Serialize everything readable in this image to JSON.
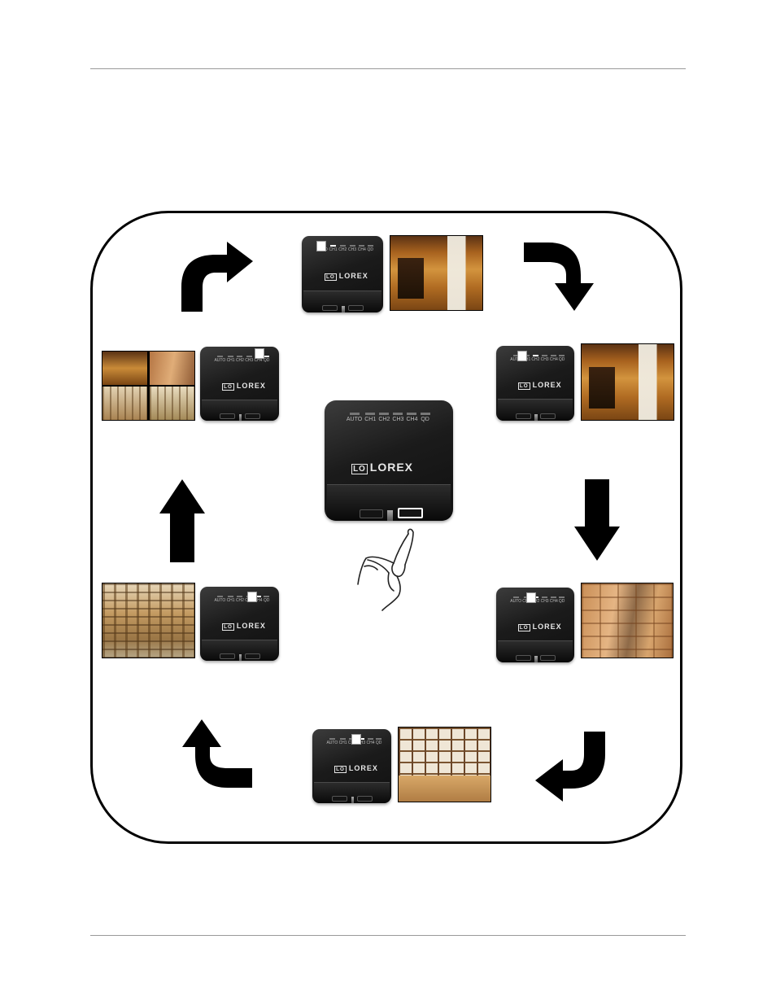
{
  "device": {
    "brand": "LOREX",
    "mark": "LO",
    "led_labels": [
      "AUTO",
      "CH1",
      "CH2",
      "CH3",
      "CH4",
      "QD"
    ]
  },
  "cycle": [
    {
      "position": "top",
      "active_led": "CH1",
      "view": "room"
    },
    {
      "position": "upper-right",
      "active_led": "CH2",
      "view": "room"
    },
    {
      "position": "lower-right",
      "active_led": "CH2",
      "view": "boxes"
    },
    {
      "position": "bottom",
      "active_led": "CH3",
      "view": "office"
    },
    {
      "position": "lower-left",
      "active_led": "CH4",
      "view": "warehouse"
    },
    {
      "position": "upper-left",
      "active_led": "QD",
      "view": "quad"
    }
  ],
  "colors": {
    "frame": "#000000",
    "device": "#1b1b1b",
    "rule": "#9a9a9a"
  },
  "icons": [
    "curved-arrow-icon",
    "straight-arrow-icon",
    "pointing-hand-icon"
  ]
}
